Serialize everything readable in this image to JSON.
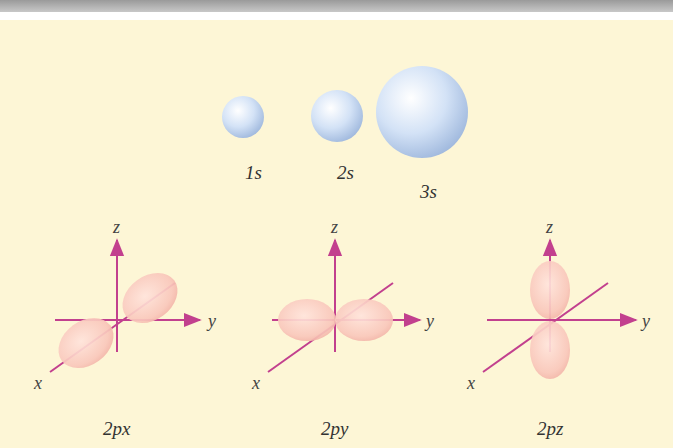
{
  "diagram": {
    "labels": [
      "1s",
      "2s",
      "3s",
      "z",
      "y",
      "x",
      "2px",
      "z",
      "y",
      "x",
      "2py",
      "z",
      "y",
      "x",
      "2pz"
    ]
  }
}
